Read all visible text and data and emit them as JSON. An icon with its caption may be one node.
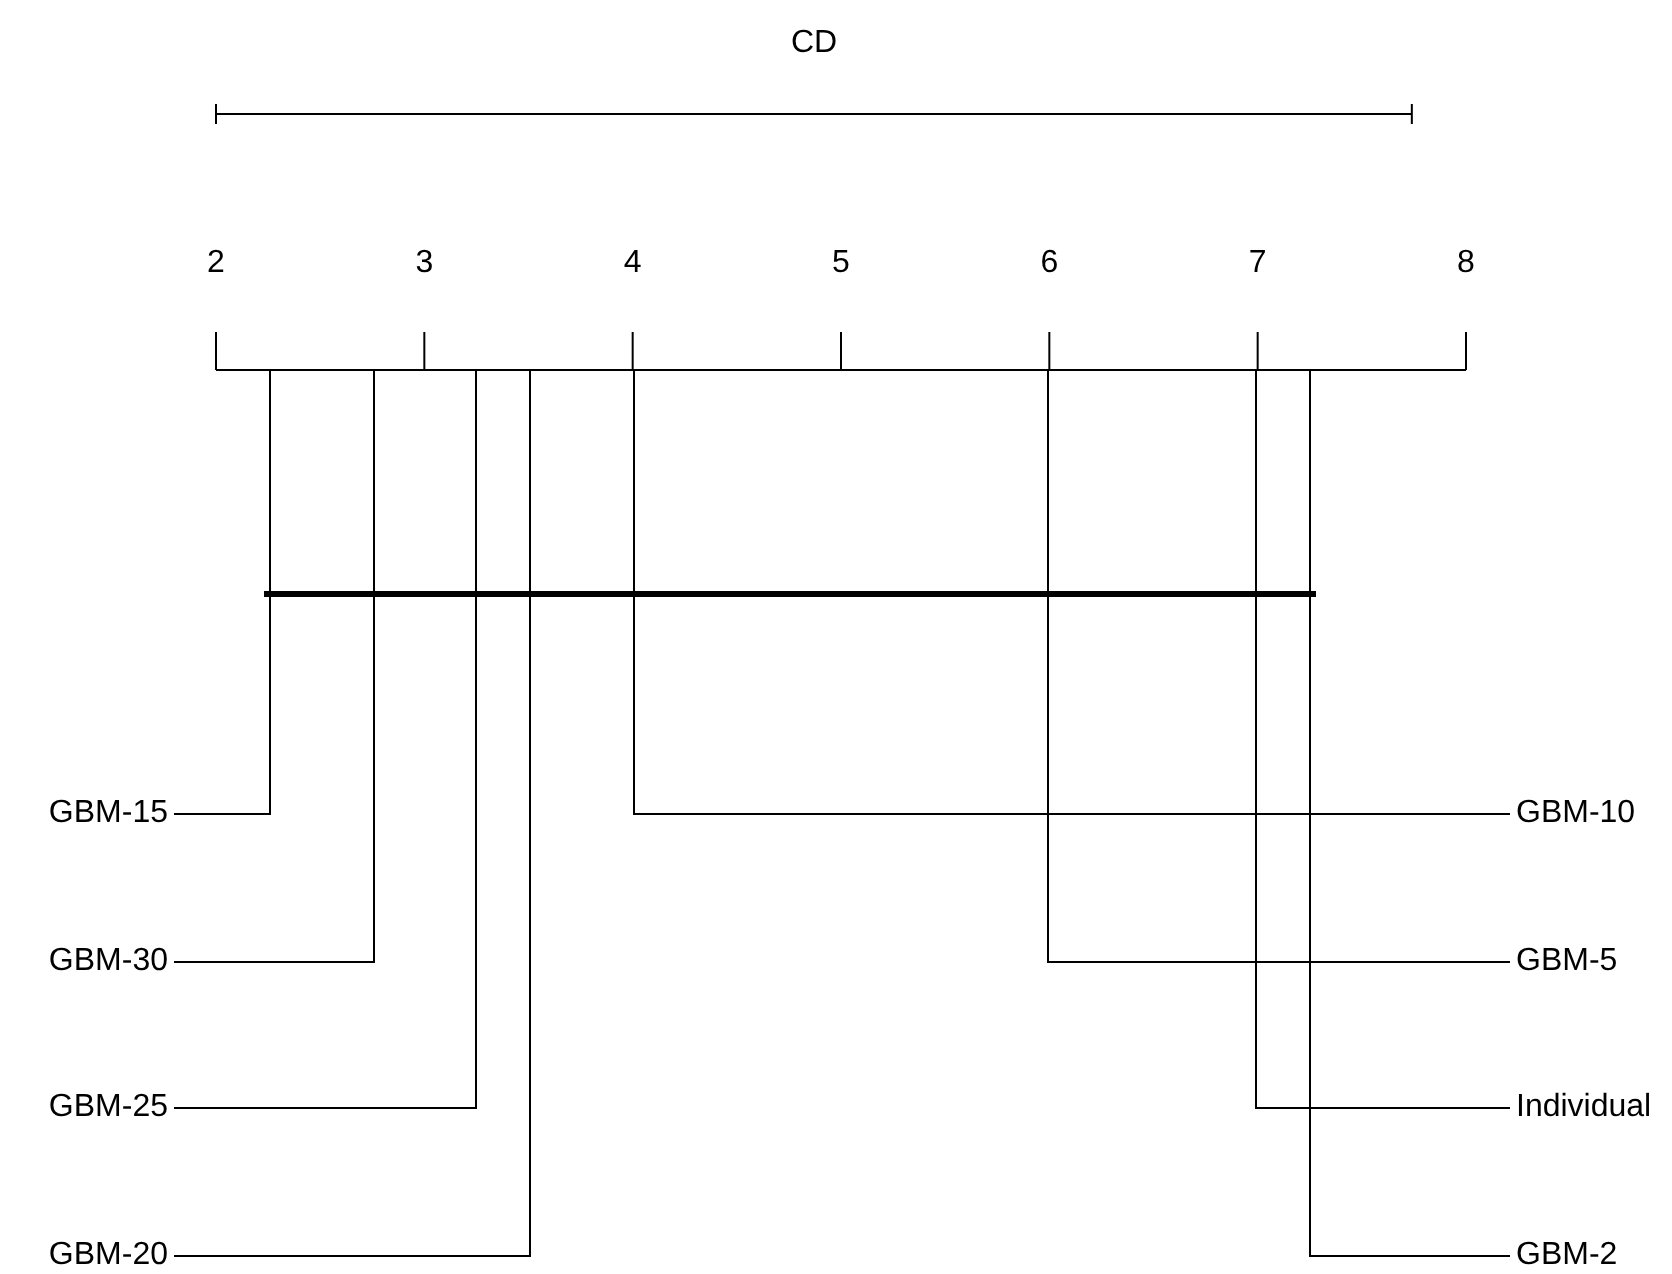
{
  "diagram": {
    "nodes": [
      {
        "text": [
          "GBM-15"
        ]
      },
      {
        "text": [
          "GBM-10"
        ]
      },
      {
        "text": [
          "GBM-30"
        ]
      },
      {
        "text": [
          "GBM-5"
        ]
      },
      {
        "text": [
          "GBM-25"
        ]
      },
      {
        "text": [
          "Individual"
        ]
      },
      {
        "text": [
          "GBM-20"
        ]
      },
      {
        "text": [
          "GBM-2"
        ]
      },
      {
        "text": [],
        "shape": "line"
      }
    ],
    "edges": [
      {
        "from": 0,
        "to": 8,
        "arrow": "none"
      },
      {
        "from": 1,
        "to": 8,
        "arrow": "none"
      },
      {
        "from": 2,
        "to": 8,
        "arrow": "none"
      },
      {
        "from": 3,
        "to": 8,
        "arrow": "none"
      },
      {
        "from": 4,
        "to": 8,
        "arrow": "none"
      },
      {
        "from": 5,
        "to": 8,
        "arrow": "none"
      },
      {
        "from": 6,
        "to": 8,
        "arrow": "none"
      },
      {
        "from": 7,
        "to": 8,
        "arrow": "none"
      }
    ],
    "labels": [
      "CD",
      "2",
      "3",
      "4",
      "5",
      "6",
      "7",
      "8"
    ]
  }
}
